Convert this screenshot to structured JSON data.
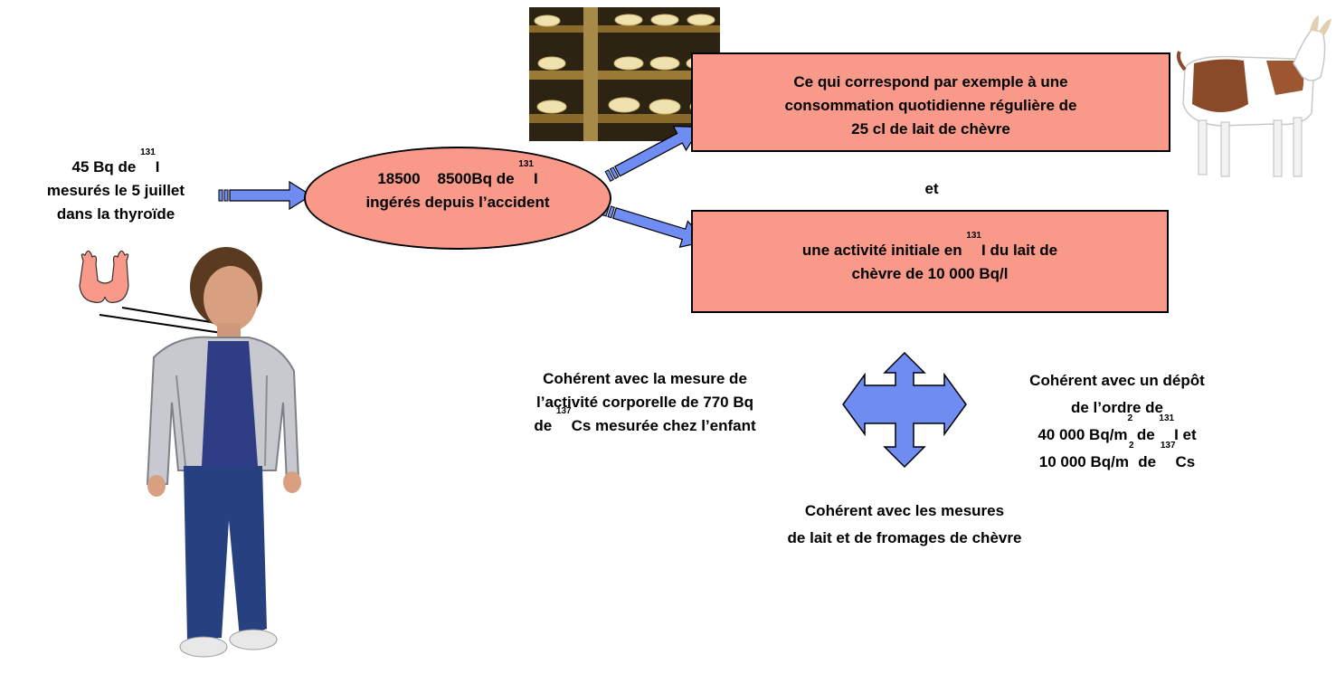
{
  "thyroid_measure": {
    "line1_pre": "45 Bq de ",
    "line1_sup": "131",
    "line1_post": "I",
    "line2": "mesurés le 5 juillet",
    "line3": "dans la thyroïde"
  },
  "ellipse": {
    "val_a": "18500",
    "val_b": "8500Bq de ",
    "sup": "131",
    "post": "I",
    "line2": "ingérés depuis l’accident"
  },
  "box_top": {
    "line1": "Ce qui correspond par exemple à une",
    "line2": "consommation quotidienne régulière de",
    "line3": "25 cl de lait de chèvre"
  },
  "connector": "et",
  "box_bottom": {
    "line1_pre": "une activité initiale en ",
    "sup": "131",
    "line1_post": "I  du lait de",
    "line2": "chèvre de 10 000 Bq/l"
  },
  "left_coherence": {
    "line1": "Cohérent avec la mesure de",
    "line2": "l’activité corporelle de 770 Bq",
    "line3_pre": "de ",
    "line3_sup": "137",
    "line3_post": "Cs  mesurée chez l’enfant"
  },
  "right_coherence": {
    "line1": "Cohérent avec un dépôt",
    "line2": "de l’ordre de",
    "line3_a": "40 000 Bq/m",
    "line3_sup1": "2",
    "line3_b": " de ",
    "line3_sup2": "131",
    "line3_c": "I  et",
    "line4_a": "10 000 Bq/m",
    "line4_sup1": "2",
    "line4_b": " de ",
    "line4_sup2": "137",
    "line4_c": "Cs"
  },
  "bottom_coherence": {
    "line1": "Cohérent avec les mesures",
    "line2": "de lait et de fromages de chèvre"
  },
  "colors": {
    "salmon": "#f9998a",
    "arrow_blue": "#6f8cf2"
  }
}
